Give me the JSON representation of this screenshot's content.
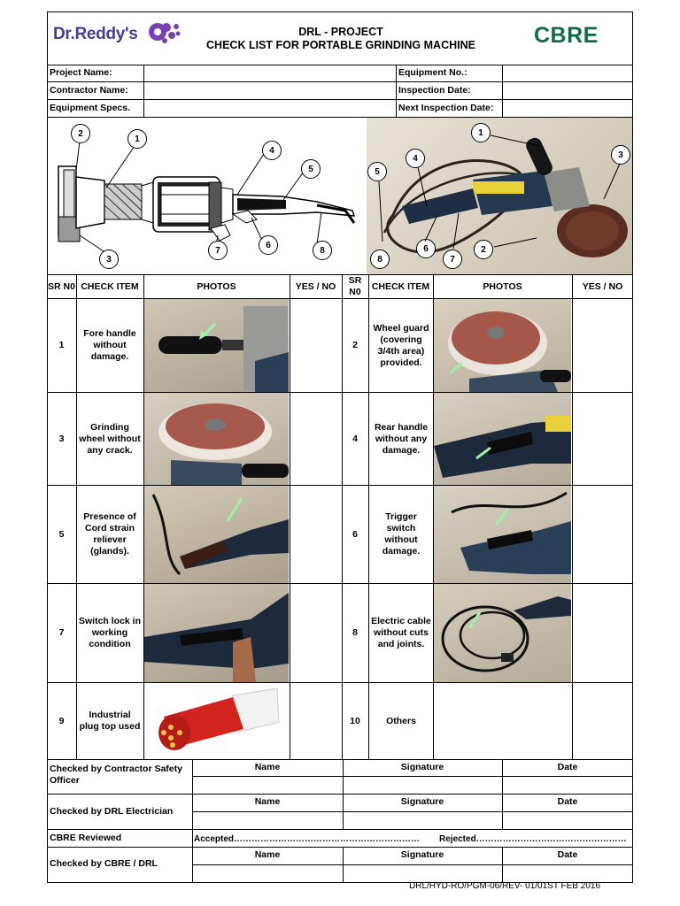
{
  "header": {
    "left_logo": "Dr.Reddy's",
    "title_line1": "DRL - PROJECT",
    "title_line2": "CHECK LIST FOR PORTABLE GRINDING MACHINE",
    "right_logo": "CBRE"
  },
  "info": {
    "project_name": "Project Name:",
    "contractor_name": "Contractor Name:",
    "equipment_specs": "Equipment Specs.",
    "equipment_no": "Equipment No.:",
    "inspection_date": "Inspection Date:",
    "next_inspection_date": "Next Inspection Date:"
  },
  "diagram_callouts": [
    "1",
    "2",
    "3",
    "4",
    "5",
    "6",
    "7",
    "8"
  ],
  "table": {
    "headers": {
      "sr": "SR N0",
      "item": "CHECK ITEM",
      "photos": "PHOTOS",
      "yesno": "YES / NO"
    },
    "rows": [
      {
        "left": {
          "sr": "1",
          "item": "Fore handle without damage."
        },
        "right": {
          "sr": "2",
          "item": "Wheel guard (covering 3/4th area) provided."
        }
      },
      {
        "left": {
          "sr": "3",
          "item": "Grinding wheel without any crack."
        },
        "right": {
          "sr": "4",
          "item": "Rear handle without any damage."
        }
      },
      {
        "left": {
          "sr": "5",
          "item": "Presence of Cord strain reliever (glands)."
        },
        "right": {
          "sr": "6",
          "item": "Trigger switch without damage."
        }
      },
      {
        "left": {
          "sr": "7",
          "item": "Switch lock in working condition"
        },
        "right": {
          "sr": "8",
          "item": "Electric cable without cuts and joints."
        }
      },
      {
        "left": {
          "sr": "9",
          "item": "Industrial plug top used"
        },
        "right": {
          "sr": "10",
          "item": "Others"
        }
      }
    ]
  },
  "signoff": {
    "contractor_safety": "Checked by Contractor Safety Officer",
    "drl_electrician": "Checked by DRL Electrician",
    "cbre_reviewed": "CBRE Reviewed",
    "cbre_drl": "Checked by CBRE / DRL",
    "name": "Name",
    "signature": "Signature",
    "date": "Date",
    "accepted": "Accepted………………………………………………………",
    "rejected": "Rejected……………………………………………"
  },
  "footer": "DRL/HYD-RO/PGM-06/REV- 01/01ST FEB 2016",
  "colors": {
    "drl_blue": "#4a3a9a",
    "drl_purple": "#7a3fb0",
    "cbre_green": "#0f6b4a",
    "plug_red": "#d2231f"
  }
}
